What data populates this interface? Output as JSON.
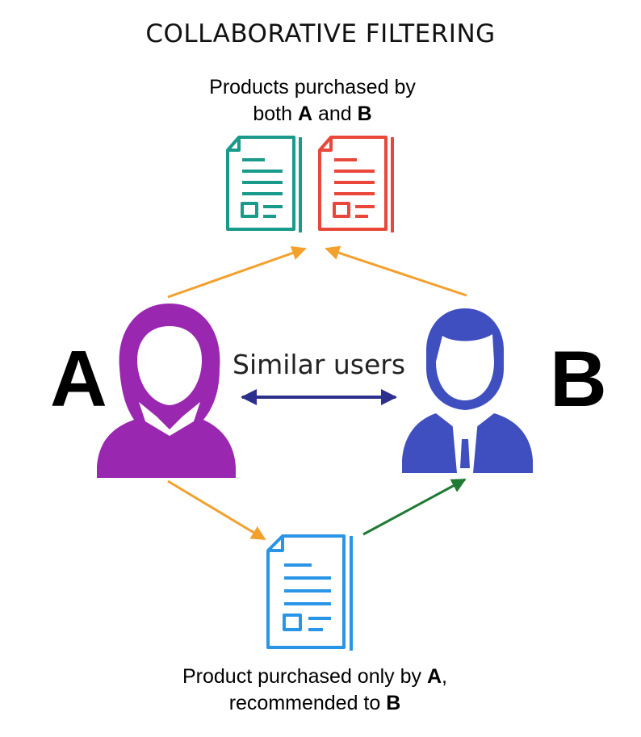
{
  "title": "COLLABORATIVE FILTERING",
  "top_caption": {
    "line1": "Products purchased by",
    "line2_pre": "both ",
    "line2_a": "A",
    "line2_mid": " and ",
    "line2_b": "B"
  },
  "bottom_caption": {
    "line1_pre": "Product purchased only by ",
    "line1_a": "A",
    "line1_post": ",",
    "line2_pre": "recommended to ",
    "line2_b": "B"
  },
  "user_a_label": "A",
  "user_b_label": "B",
  "similar_label": "Similar users",
  "colors": {
    "teal_doc": "#1a9a8a",
    "red_doc": "#e8473a",
    "blue_doc": "#2a95e6",
    "user_a": "#9a27b0",
    "user_b": "#3f4fbf",
    "orange_arrow": "#f3a02d",
    "green_arrow": "#1f7a33",
    "similar_arrow": "#2c2f8c"
  },
  "icons": [
    "document-icon",
    "woman-user-icon",
    "man-user-icon"
  ]
}
